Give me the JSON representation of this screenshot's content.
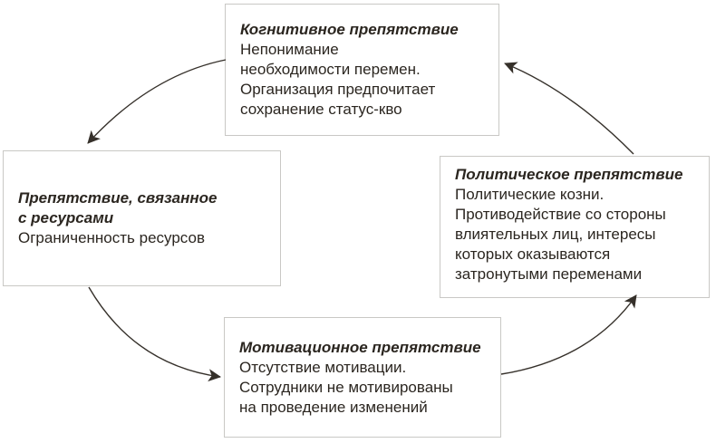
{
  "boxes": {
    "cognitive": {
      "title": "Когнитивное препятствие",
      "body": "Непонимание\nнеобходимости перемен.\nОрганизация предпочитает\nсохранение статус-кво"
    },
    "resource": {
      "title": "Препятствие, связанное\nс ресурсами",
      "body": "Ограниченность ресурсов"
    },
    "political": {
      "title": "Политическое препятствие",
      "body": "Политические козни.\nПротиводействие со стороны\nвлиятельных лиц, интересы\nкоторых оказываются\nзатронутыми переменами"
    },
    "motivational": {
      "title": "Мотивационное препятствие",
      "body": "Отсутствие мотивации.\nСотрудники не мотивированы\nна проведение изменений"
    }
  },
  "colors": {
    "box_border": "#c9c8c5",
    "box_background": "#ffffff",
    "text": "#2b2620",
    "arrow": "#35302a"
  }
}
